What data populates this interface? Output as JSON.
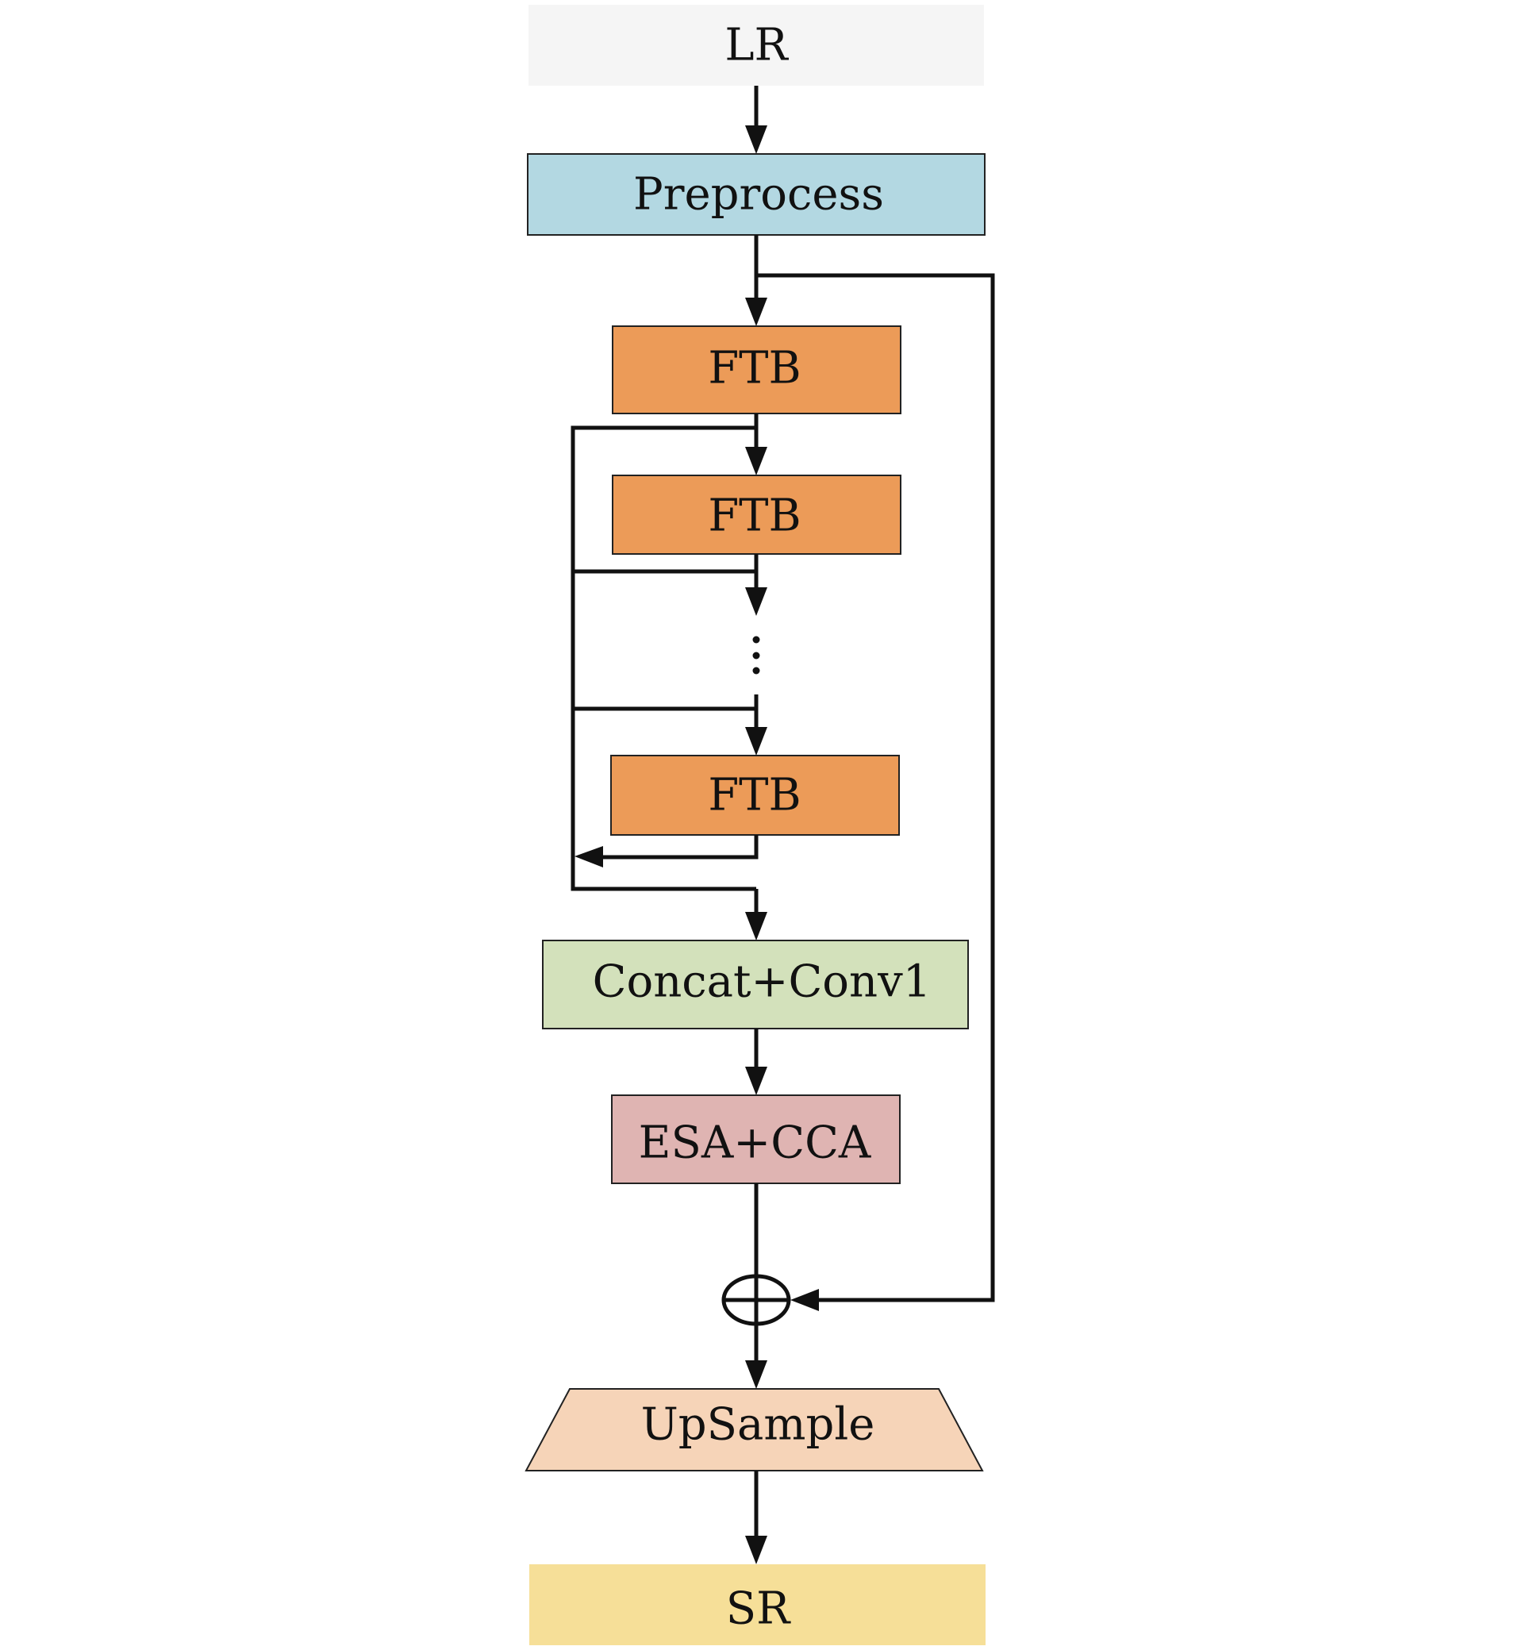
{
  "diagram": {
    "nodes": {
      "lr": {
        "label": "LR",
        "fill": "#f5f5f5"
      },
      "preprocess": {
        "label": "Preprocess",
        "fill": "#b3d8e2"
      },
      "ftb_1": {
        "label": "FTB",
        "fill": "#ec9b58"
      },
      "ftb_2": {
        "label": "FTB",
        "fill": "#ec9b58"
      },
      "ftb_n": {
        "label": "FTB",
        "fill": "#ec9b58"
      },
      "concat_conv": {
        "label": "Concat+Conv1",
        "fill": "#d3e1bb"
      },
      "esa_cca": {
        "label": "ESA+CCA",
        "fill": "#dfb4b2"
      },
      "upsample": {
        "label": "UpSample",
        "fill": "#f6d4b8"
      },
      "sr": {
        "label": "SR",
        "fill": "#f6df98"
      }
    },
    "edges": [
      {
        "from": "lr",
        "to": "preprocess"
      },
      {
        "from": "preprocess",
        "to": "ftb_1"
      },
      {
        "from": "ftb_1",
        "to": "ftb_2"
      },
      {
        "from": "ftb_2",
        "to": "ellipsis"
      },
      {
        "from": "ellipsis",
        "to": "ftb_n"
      },
      {
        "from": "ftb_1",
        "to": "concat_bus"
      },
      {
        "from": "ftb_2",
        "to": "concat_bus"
      },
      {
        "from": "ellipsis",
        "to": "concat_bus"
      },
      {
        "from": "ftb_n",
        "to": "concat_bus"
      },
      {
        "from": "concat_bus",
        "to": "concat_conv"
      },
      {
        "from": "concat_conv",
        "to": "esa_cca"
      },
      {
        "from": "esa_cca",
        "to": "add"
      },
      {
        "from": "preprocess",
        "to": "add"
      },
      {
        "from": "add",
        "to": "upsample"
      },
      {
        "from": "upsample",
        "to": "sr"
      }
    ],
    "operations": {
      "add": {
        "symbol": "⊕",
        "meaning": "element-wise addition"
      }
    }
  }
}
